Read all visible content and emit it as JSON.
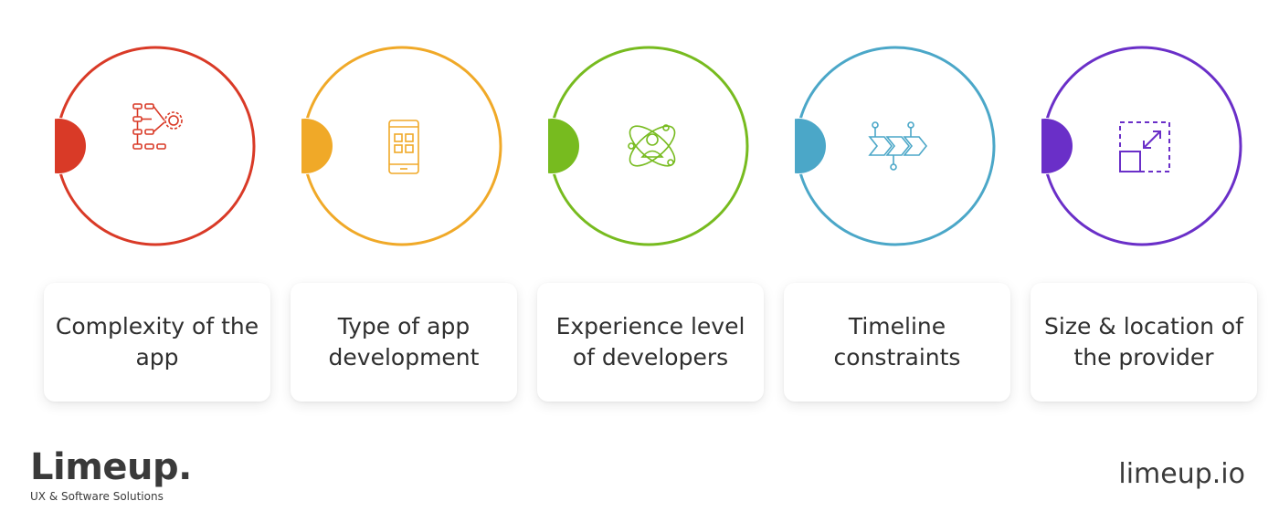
{
  "factors": [
    {
      "label": "Complexity of the app",
      "color": "#D93A27",
      "icon": "workflow-gear-icon"
    },
    {
      "label": "Type of app development",
      "color": "#F0A928",
      "icon": "smartphone-apps-icon"
    },
    {
      "label": "Experience level of developers",
      "color": "#77BB1F",
      "icon": "developer-orbit-icon"
    },
    {
      "label": "Timeline constraints",
      "color": "#4BA7C8",
      "icon": "timeline-chevrons-icon"
    },
    {
      "label": "Size & location of the provider",
      "color": "#6A2FC8",
      "icon": "resize-scale-icon"
    }
  ],
  "brand": {
    "name": "Limeup.",
    "tagline": "UX & Software Solutions"
  },
  "site": "limeup.io"
}
